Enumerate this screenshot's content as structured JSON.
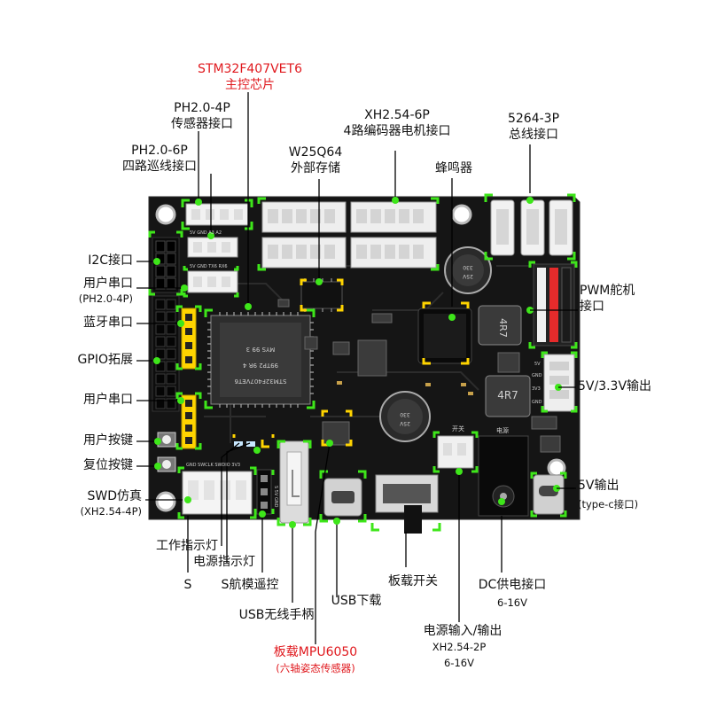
{
  "colors": {
    "board": "#151515",
    "callout_line": "#000000",
    "highlight": "#3ee61a",
    "accent_yellow": "#ffd400",
    "red_text": "#e0191e"
  },
  "labels": {
    "mcu_model": "STM32F407VET6",
    "mcu_desc": "主控芯片",
    "sensor_model": "PH2.0-4P",
    "sensor_desc": "传感器接口",
    "encoder_model": "XH2.54-6P",
    "encoder_desc": "4路编码器电机接口",
    "bus_model": "5264-3P",
    "bus_desc": "总线接口",
    "line_model": "PH2.0-6P",
    "line_desc": "四路巡线接口",
    "flash_model": "W25Q64",
    "flash_desc": "外部存储",
    "buzzer": "蜂鸣器",
    "i2c": "I2C接口",
    "uart_user": "用户串口",
    "uart_user_sub": "(PH2.0-4P)",
    "bluetooth": "蓝牙串口",
    "pwm_line1": "PWM舵机",
    "pwm_line2": "接口",
    "gpio": "GPIO拓展",
    "out_5v33": "5V/3.3V输出",
    "uart_user2": "用户串口",
    "user_key": "用户按键",
    "reset_key": "复位按键",
    "swd": "SWD仿真",
    "swd_sub": "(XH2.54-4P)",
    "out_5v": "5V输出",
    "out_5v_sub": "(type-c接口)",
    "work_led": "工作指示灯",
    "power_led": "电源指示灯",
    "s_pin": "S",
    "s_model": "S航模遥控",
    "board_switch": "板载开关",
    "dc_power": "DC供电接口",
    "dc_range": "6-16V",
    "usb_download": "USB下载",
    "usb_gamepad": "USB无线手柄",
    "power_io": "电源输入/输出",
    "power_io_model": "XH2.54-2P",
    "power_io_range": "6-16V",
    "mpu": "板载MPU6050",
    "mpu_desc": "(六轴姿态传感器)"
  },
  "silkscreen": {
    "chip_line1": "MYS 99 3",
    "chip_line2": "99TP2 9R 4",
    "chip_line3": "STM32F407VET6",
    "inductor": "4R7",
    "cap_top": "330",
    "cap_top2": "25V",
    "cap_bottom": "330",
    "cap_bottom2": "25V",
    "switch_mark": "开关",
    "dc_mark": "电源",
    "sensor_pins": "5V GND A3 A2",
    "line_pins": "5V GND TX6 RX6",
    "pwm_5v": "5V",
    "pwm_gnd": "GND",
    "pwm_3v3": "3V3",
    "pwm_gnd2": "GND",
    "swd_pins": "GND SWCLK SWDIO 3V3",
    "s_pins": "S 5V GND"
  }
}
